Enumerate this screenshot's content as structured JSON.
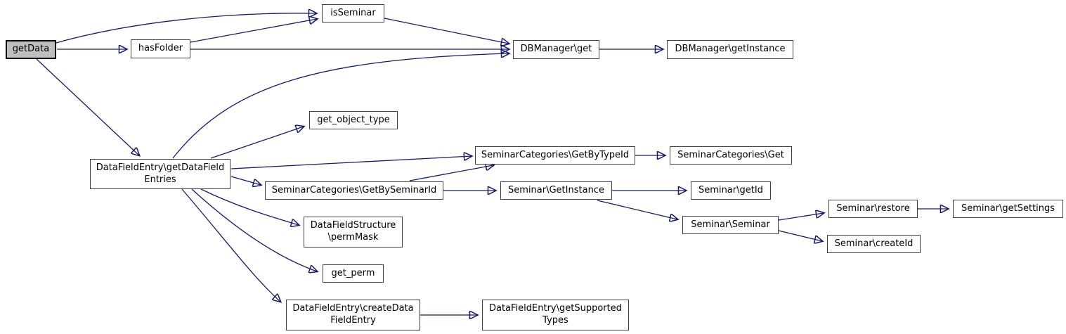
{
  "graph": {
    "type": "call-graph",
    "nodes": [
      {
        "name": "getData",
        "label": "getData"
      },
      {
        "name": "hasFolder",
        "label": "hasFolder"
      },
      {
        "name": "isSeminar",
        "label": "isSeminar"
      },
      {
        "name": "DBManager-get",
        "label": "DBManager\\get"
      },
      {
        "name": "DBManager-getInstance",
        "label": "DBManager\\getInstance"
      },
      {
        "name": "get_object_type",
        "label": "get_object_type"
      },
      {
        "name": "DataFieldEntry-getDataFieldEntries",
        "label": "DataFieldEntry\\getDataField\nEntries"
      },
      {
        "name": "SeminarCategories-GetByTypeId",
        "label": "SeminarCategories\\GetByTypeId"
      },
      {
        "name": "SeminarCategories-Get",
        "label": "SeminarCategories\\Get"
      },
      {
        "name": "SeminarCategories-GetBySeminarId",
        "label": "SeminarCategories\\GetBySeminarId"
      },
      {
        "name": "Seminar-GetInstance",
        "label": "Seminar\\GetInstance"
      },
      {
        "name": "Seminar-getId",
        "label": "Seminar\\getId"
      },
      {
        "name": "Seminar-Seminar",
        "label": "Seminar\\Seminar"
      },
      {
        "name": "Seminar-restore",
        "label": "Seminar\\restore"
      },
      {
        "name": "Seminar-getSettings",
        "label": "Seminar\\getSettings"
      },
      {
        "name": "Seminar-createId",
        "label": "Seminar\\createId"
      },
      {
        "name": "DataFieldStructure-permMask",
        "label": "DataFieldStructure\n\\permMask"
      },
      {
        "name": "get_perm",
        "label": "get_perm"
      },
      {
        "name": "DataFieldEntry-createDataFieldEntry",
        "label": "DataFieldEntry\\createData\nFieldEntry"
      },
      {
        "name": "DataFieldEntry-getSupportedTypes",
        "label": "DataFieldEntry\\getSupported\nTypes"
      }
    ],
    "edges": [
      {
        "from": "getData",
        "to": "isSeminar"
      },
      {
        "from": "getData",
        "to": "hasFolder"
      },
      {
        "from": "getData",
        "to": "DataFieldEntry-getDataFieldEntries"
      },
      {
        "from": "hasFolder",
        "to": "isSeminar"
      },
      {
        "from": "hasFolder",
        "to": "DBManager-get"
      },
      {
        "from": "isSeminar",
        "to": "DBManager-get"
      },
      {
        "from": "DBManager-get",
        "to": "DBManager-getInstance"
      },
      {
        "from": "DataFieldEntry-getDataFieldEntries",
        "to": "DBManager-get"
      },
      {
        "from": "DataFieldEntry-getDataFieldEntries",
        "to": "get_object_type"
      },
      {
        "from": "DataFieldEntry-getDataFieldEntries",
        "to": "SeminarCategories-GetByTypeId"
      },
      {
        "from": "DataFieldEntry-getDataFieldEntries",
        "to": "SeminarCategories-GetBySeminarId"
      },
      {
        "from": "DataFieldEntry-getDataFieldEntries",
        "to": "DataFieldStructure-permMask"
      },
      {
        "from": "DataFieldEntry-getDataFieldEntries",
        "to": "get_perm"
      },
      {
        "from": "DataFieldEntry-getDataFieldEntries",
        "to": "DataFieldEntry-createDataFieldEntry"
      },
      {
        "from": "SeminarCategories-GetBySeminarId",
        "to": "SeminarCategories-GetByTypeId"
      },
      {
        "from": "SeminarCategories-GetBySeminarId",
        "to": "Seminar-GetInstance"
      },
      {
        "from": "SeminarCategories-GetByTypeId",
        "to": "SeminarCategories-Get"
      },
      {
        "from": "Seminar-GetInstance",
        "to": "Seminar-getId"
      },
      {
        "from": "Seminar-GetInstance",
        "to": "Seminar-Seminar"
      },
      {
        "from": "Seminar-Seminar",
        "to": "Seminar-restore"
      },
      {
        "from": "Seminar-Seminar",
        "to": "Seminar-createId"
      },
      {
        "from": "Seminar-restore",
        "to": "Seminar-getSettings"
      },
      {
        "from": "DataFieldEntry-createDataFieldEntry",
        "to": "DataFieldEntry-getSupportedTypes"
      }
    ]
  },
  "colors": {
    "edge": "#191970",
    "node_border": "#404040",
    "node_fill": "#ffffff",
    "current_node_fill": "#bfbfbf",
    "background": "#ffffff"
  }
}
